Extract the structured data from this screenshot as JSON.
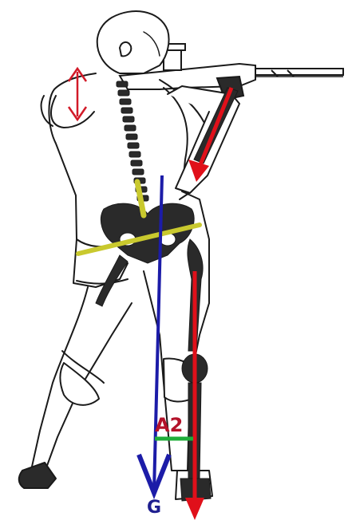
{
  "labels": {
    "angle_label": "A2",
    "gravity_label": "G"
  },
  "colors": {
    "outline": "#1a1a1a",
    "gravity_line": "#1c1ca8",
    "force_arrow": "#e0101a",
    "spine_marker": "#c9c92e",
    "hip_line": "#c9c92e",
    "angle_segment": "#1fae3a",
    "angle_text": "#b3122a",
    "head_adjust_arrow": "#d21a28"
  },
  "icons": {
    "head_adjust": "double-arrow-vertical",
    "gravity": "down-arrow",
    "support_force": "down-arrow"
  }
}
